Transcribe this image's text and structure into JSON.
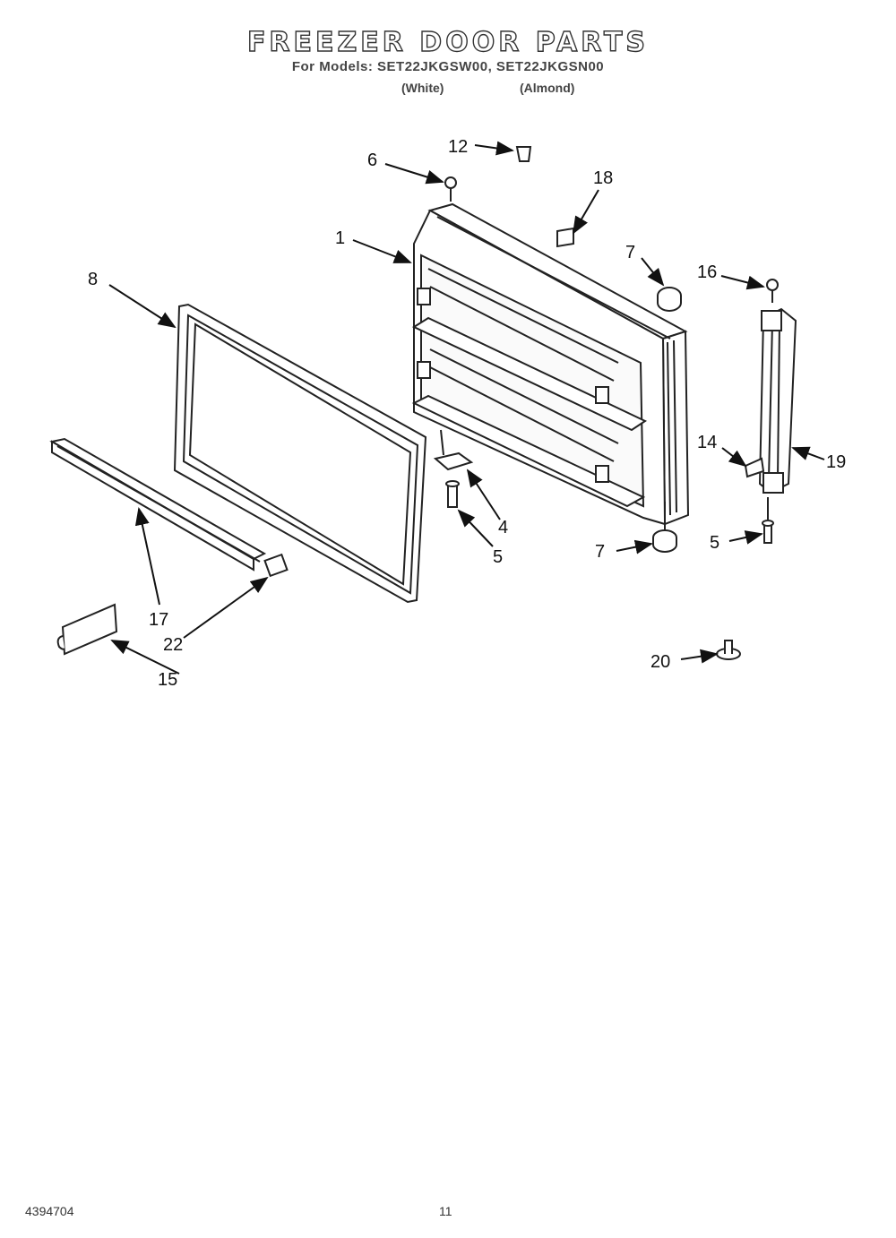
{
  "header": {
    "title": "FREEZER DOOR PARTS",
    "models": "For Models: SET22JKGSW00, SET22JKGSN00",
    "finish_left": "(White)",
    "finish_right": "(Almond)"
  },
  "callouts": [
    "12",
    "6",
    "18",
    "1",
    "7",
    "16",
    "8",
    "14",
    "19",
    "4",
    "5",
    "7",
    "5",
    "17",
    "22",
    "15",
    "20"
  ],
  "footer": {
    "doc_number": "4394704",
    "page_number": "11"
  }
}
